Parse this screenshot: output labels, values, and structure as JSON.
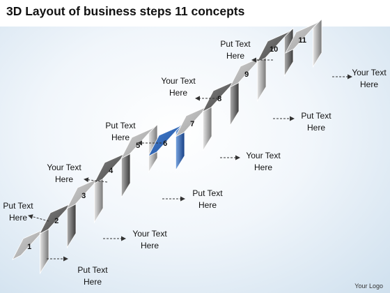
{
  "title": "3D Layout of business steps 11 concepts",
  "logo": "Your Logo",
  "colors": {
    "grey_dark": "#5c5c5c",
    "grey_light": "#b5b5b5",
    "highlight": "#2a63b5",
    "arrow": "#333333"
  },
  "steps": [
    {
      "number": "1",
      "label": [
        "Put Text",
        "Here"
      ]
    },
    {
      "number": "2",
      "label": [
        "Put Text",
        "Here"
      ]
    },
    {
      "number": "3",
      "label": [
        "Your Text",
        "Here"
      ]
    },
    {
      "number": "4",
      "label": [
        "Your Text",
        "Here"
      ]
    },
    {
      "number": "5",
      "label": [
        "Put Text",
        "Here"
      ]
    },
    {
      "number": "6",
      "label": [
        "Put Text",
        "Here"
      ],
      "highlighted": true
    },
    {
      "number": "7",
      "label": [
        "Your Text",
        "Here"
      ]
    },
    {
      "number": "8",
      "label": [
        "Your Text",
        "Here"
      ]
    },
    {
      "number": "9",
      "label": [
        "Put Text",
        "Here"
      ]
    },
    {
      "number": "10",
      "label": [
        "Put Text",
        "Here"
      ]
    },
    {
      "number": "11",
      "label": [
        "Your Text",
        "Here"
      ]
    }
  ]
}
